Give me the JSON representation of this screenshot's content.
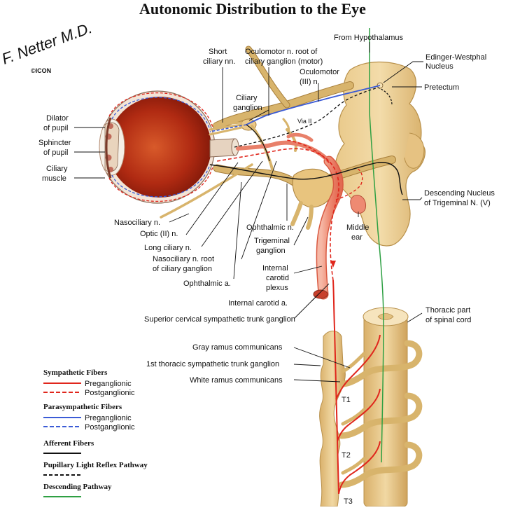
{
  "title": "Autonomic Distribution to the Eye",
  "logo": {
    "signature": "F. Netter M.D.",
    "mark": "©ICON"
  },
  "labels": {
    "hypothalamus": "From Hypothalamus",
    "short_ciliary_1": "Short",
    "short_ciliary_2": "ciliary nn.",
    "oculomotor_root_1": "Oculomotor n. root of",
    "oculomotor_root_2": "ciliary ganglion (motor)",
    "edinger_1": "Edinger-Westphal",
    "edinger_2": "Nucleus",
    "oculomotor_1": "Oculomotor",
    "oculomotor_2": "(III) n.",
    "pretectum": "Pretectum",
    "ciliary_ganglion_1": "Ciliary",
    "ciliary_ganglion_2": "ganglion",
    "via": "Via II",
    "dilator_1": "Dilator",
    "dilator_2": "of pupil",
    "sphincter_1": "Sphincter",
    "sphincter_2": "of pupil",
    "ciliary_muscle_1": "Ciliary",
    "ciliary_muscle_2": "muscle",
    "descending_1": "Descending Nucleus",
    "descending_2": "of Trigeminal N. (V)",
    "nasociliary": "Nasociliary n.",
    "optic": "Optic (II) n.",
    "ophthalmic_n": "Ophthalmic n.",
    "middle_ear_1": "Middle",
    "middle_ear_2": "ear",
    "long_ciliary": "Long ciliary n.",
    "trigeminal_1": "Trigeminal",
    "trigeminal_2": "ganglion",
    "nasociliary_root_1": "Nasociliary n. root",
    "nasociliary_root_2": "of ciliary ganglion",
    "internal_carotid_plexus_1": "Internal",
    "internal_carotid_plexus_2": "carotid",
    "internal_carotid_plexus_3": "plexus",
    "ophthalmic_a": "Ophthalmic a.",
    "internal_carotid_a": "Internal carotid a.",
    "superior_cervical": "Superior cervical sympathetic trunk ganglion",
    "thoracic_1": "Thoracic part",
    "thoracic_2": "of spinal cord",
    "gray_ramus": "Gray ramus communicans",
    "first_thoracic": "1st thoracic sympathetic trunk ganglion",
    "white_ramus": "White ramus communicans",
    "t1": "T1",
    "t2": "T2",
    "t3": "T3"
  },
  "legend": {
    "sympathetic": {
      "heading": "Sympathetic Fibers",
      "pre": "Preganglionic",
      "post": "Postganglionic",
      "color": "#e0261c"
    },
    "parasympathetic": {
      "heading": "Parasympathetic Fibers",
      "pre": "Preganglionic",
      "post": "Postganglionic",
      "color": "#3b5bd6"
    },
    "afferent": {
      "heading": "Afferent Fibers",
      "color": "#111111"
    },
    "reflex": {
      "heading": "Pupillary Light Reflex Pathway",
      "color": "#111111"
    },
    "descending": {
      "heading": "Descending Pathway",
      "color": "#2ea043"
    }
  },
  "colors": {
    "nerve": "#d8b46c",
    "nerve_edge": "#a77e3a",
    "eye": "#b52a14",
    "artery": "#ee8a72"
  }
}
